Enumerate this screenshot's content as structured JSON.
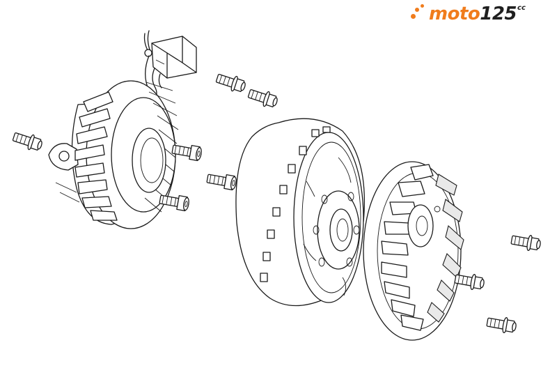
{
  "logo": {
    "part1": "moto",
    "part2": "125",
    "superscript": "cc",
    "brand_color": "#f07c1c",
    "dark_color": "#1f1f1f"
  },
  "diagram": {
    "line_color": "#1a1a1a",
    "background": "#ffffff",
    "parts": [
      "stator",
      "rotor",
      "cooling-fan",
      "screws"
    ]
  }
}
